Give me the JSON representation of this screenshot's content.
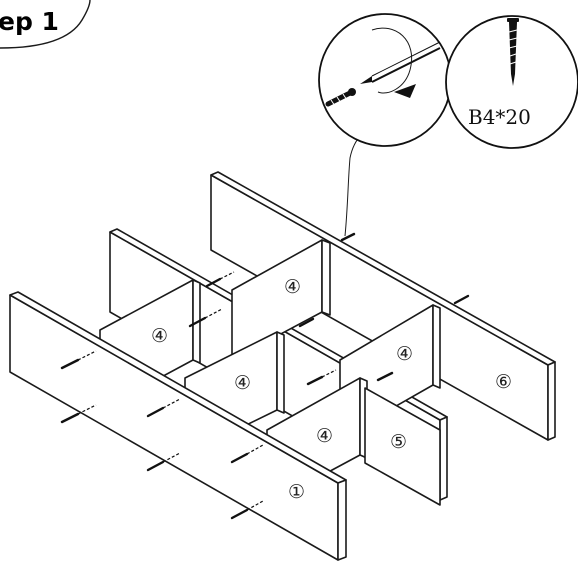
{
  "step": {
    "title": "ep 1"
  },
  "screw_callout": {
    "spec": "B4*20"
  },
  "parts": {
    "part_1": "①",
    "part_4": "④",
    "part_5": "⑤",
    "part_6": "⑥"
  }
}
